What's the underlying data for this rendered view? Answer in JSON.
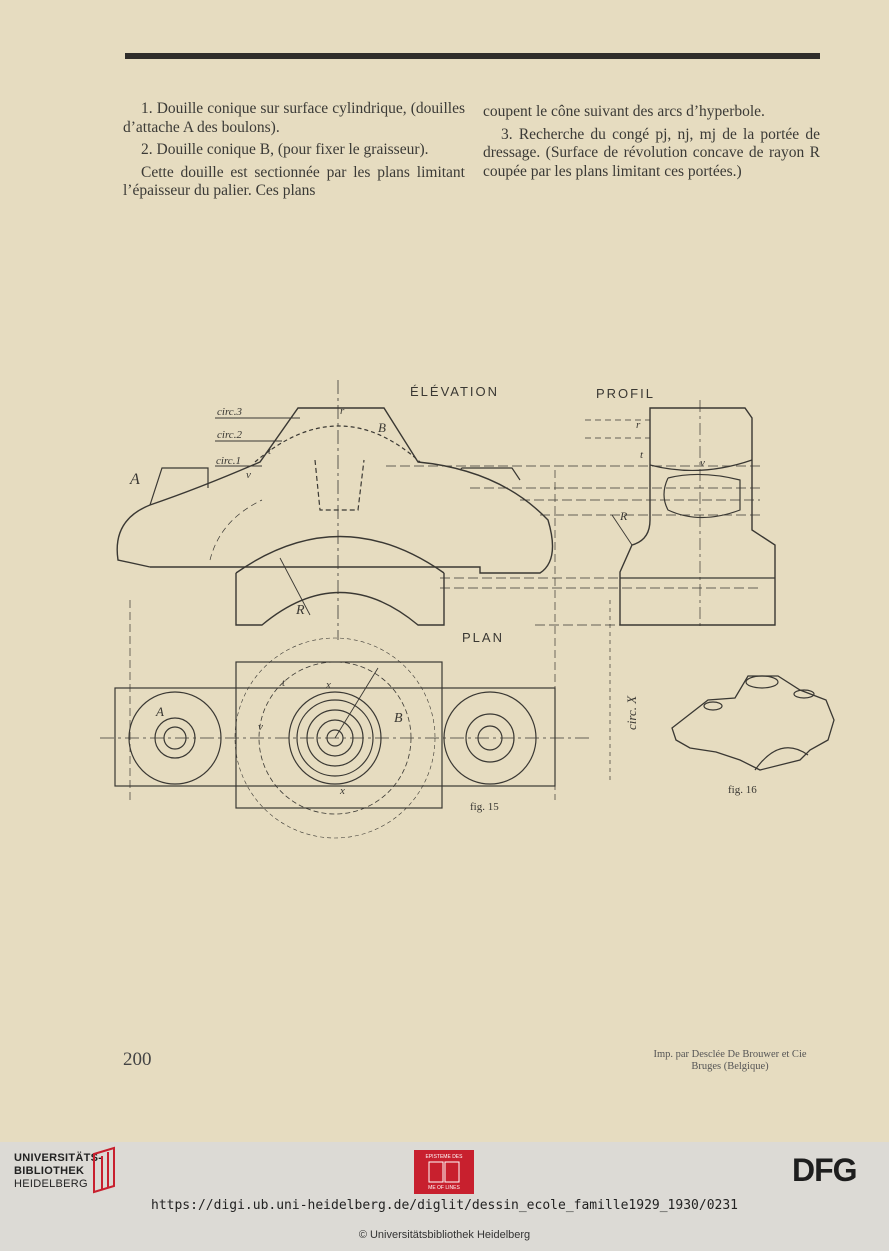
{
  "article": {
    "left_paragraphs": [
      "1. Douille conique sur surface cylindrique, (douilles d’attache A des boulons).",
      "2. Douille conique B, (pour fixer le graisseur).",
      "Cette douille est sectionnée par les plans limitant l’épaisseur du palier. Ces plans"
    ],
    "right_paragraphs": [
      "coupent le cône suivant des arcs d’hyperbole.",
      "3. Recherche du congé pj, nj, mj de la portée de dressage. (Surface de révolution concave de rayon R coupée par les plans limitant ces portées.)"
    ]
  },
  "drawing": {
    "view_elevation": "ÉLÉVATION",
    "view_profil": "PROFIL",
    "view_plan": "PLAN",
    "circ_3": "circ.3",
    "circ_2": "circ.2",
    "circ_1": "circ.1",
    "circ_x": "circ. X",
    "label_A": "A",
    "label_B": "B",
    "label_R": "R",
    "label_x": "x",
    "label_r": "r",
    "label_t": "t",
    "label_v": "v",
    "fig15": "fig. 15",
    "fig16": "fig. 16"
  },
  "page": {
    "number": "200",
    "imprint_line1": "Imp. par Desclée De Brouwer et Cie",
    "imprint_line2": "Bruges (Belgique)"
  },
  "footer": {
    "library_line1": "UNIVERSITÄTS-",
    "library_line2": "BIBLIOTHEK",
    "library_line3": "HEIDELBERG",
    "book_logo_top": "EPISTEME DES",
    "book_logo_bottom": "ME OF LINES",
    "dfg": "DFG",
    "url": "https://digi.ub.uni-heidelberg.de/diglit/dessin_ecole_famille1929_1930/0231",
    "copyright": "© Universitätsbibliothek Heidelberg"
  },
  "colors": {
    "paper": "#e6dcc0",
    "ink": "#3b3a36",
    "footer_bg": "#dcdad5",
    "logo_red": "#c8202e"
  }
}
